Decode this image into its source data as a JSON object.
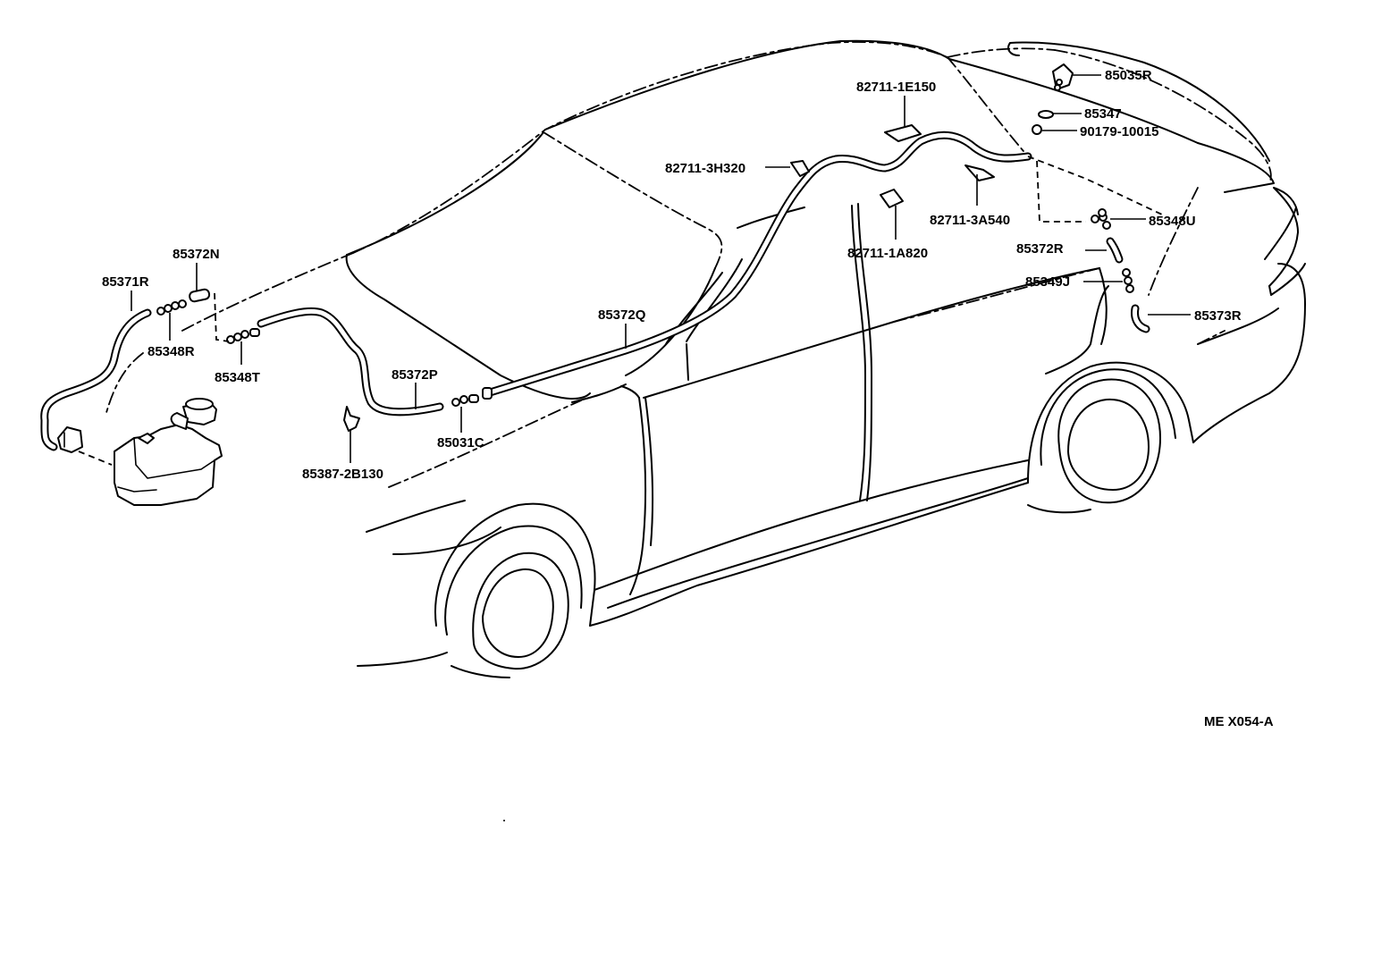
{
  "parts": {
    "p85035R": "85035R",
    "p85347": "85347",
    "p90179": "90179-10015",
    "p85348U": "85348U",
    "p85372R": "85372R",
    "p85349J": "85349J",
    "p85373R": "85373R",
    "p82711_1E150": "82711-1E150",
    "p82711_3H320": "82711-3H320",
    "p82711_3A540": "82711-3A540",
    "p82711_1A820": "82711-1A820",
    "p85372Q": "85372Q",
    "p85372N": "85372N",
    "p85371R": "85371R",
    "p85348R": "85348R",
    "p85348T": "85348T",
    "p85372P": "85372P",
    "p85031C": "85031C",
    "p85387_2B130": "85387-2B130"
  },
  "diagram_code": "ME X054-A"
}
